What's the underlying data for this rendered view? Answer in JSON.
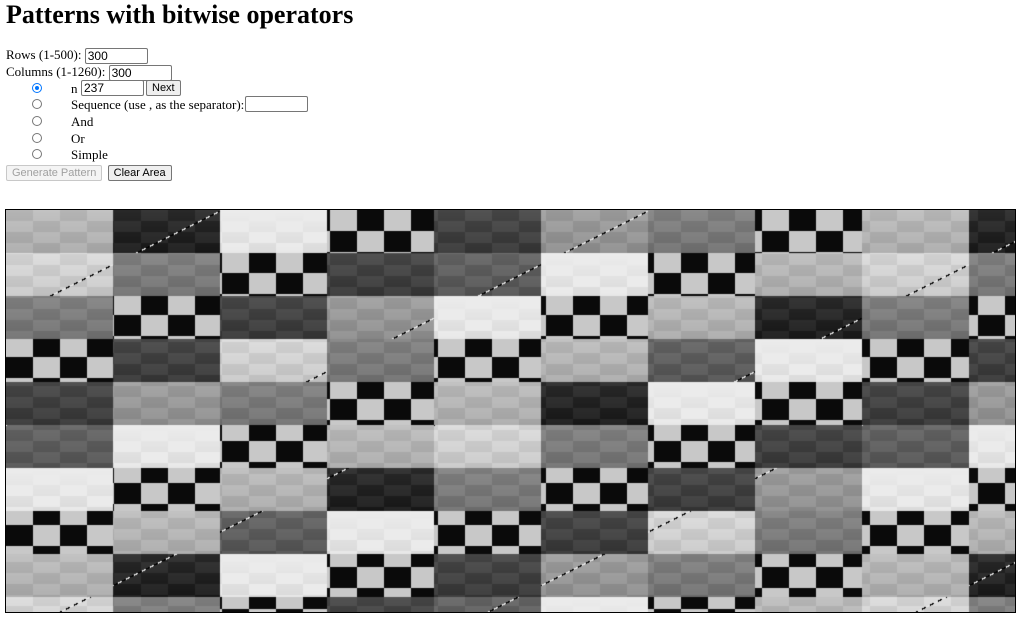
{
  "title": "Patterns with bitwise operators",
  "rows_field": {
    "label": "Rows (1-500):",
    "value": "300"
  },
  "cols_field": {
    "label": "Columns (1-1260):",
    "value": "300"
  },
  "modes": [
    {
      "label": "n",
      "checked": true,
      "input_value": "237",
      "button": "Next"
    },
    {
      "label": "Sequence (use , as the separator):",
      "checked": false,
      "input_value": ""
    },
    {
      "label": "And",
      "checked": false
    },
    {
      "label": "Or",
      "checked": false
    },
    {
      "label": "Simple",
      "checked": false
    }
  ],
  "buttons": {
    "generate": "Generate Pattern",
    "clear": "Clear Area"
  },
  "colors": {
    "radio_checked": "#0075ff",
    "pattern_dark": "#000000",
    "pattern_light": "#e6e6e6"
  }
}
